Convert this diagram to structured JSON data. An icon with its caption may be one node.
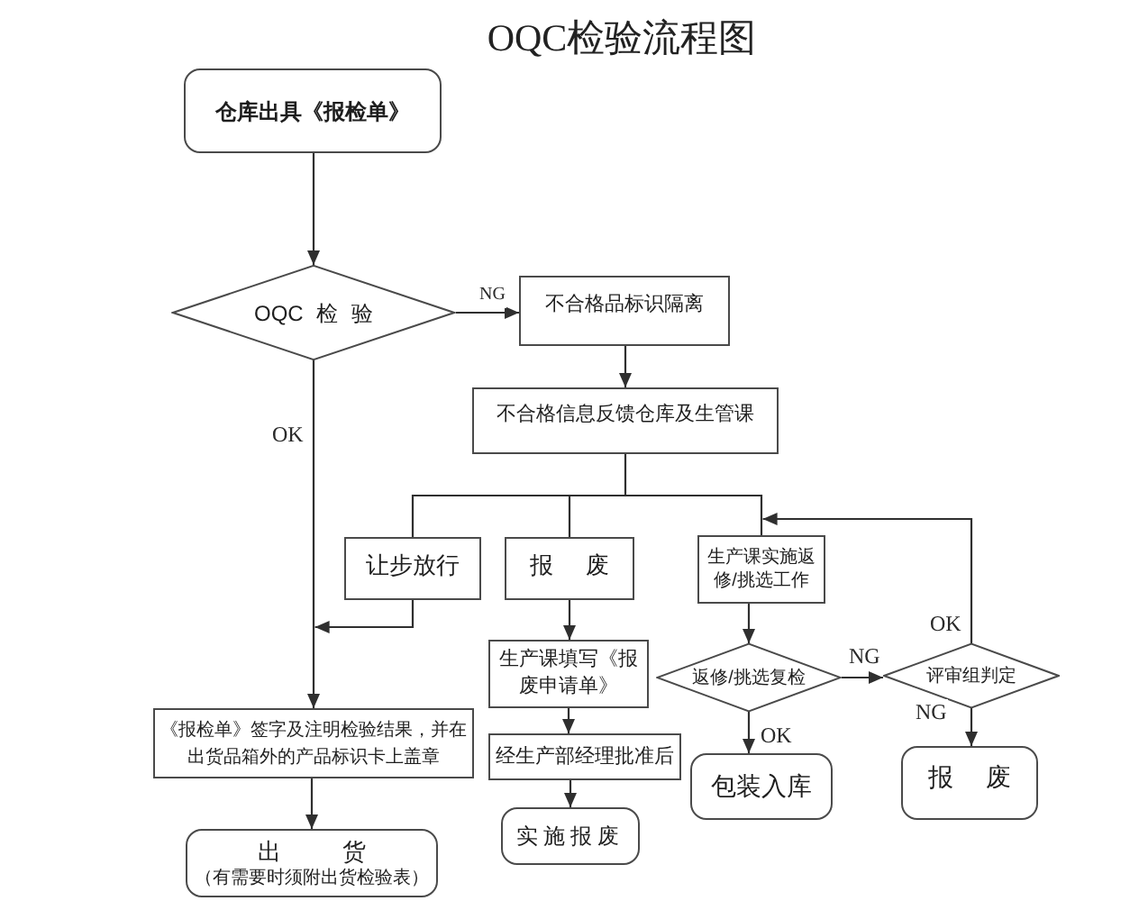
{
  "diagram": {
    "title": "OQC检验流程图",
    "nodes": [
      {
        "text": [
          "仓库出具《报检单》"
        ]
      },
      {
        "text": [
          "OQC 检 验"
        ]
      },
      {
        "text": [
          "不合格品标识隔离"
        ]
      },
      {
        "text": [
          "不合格信息反馈仓库及生管课"
        ]
      },
      {
        "text": [
          "让步放行"
        ]
      },
      {
        "text": [
          "报 废"
        ]
      },
      {
        "text": [
          "生产课实施返修/挑选工作"
        ]
      },
      {
        "text": [
          "生产课填写《报废申请单》"
        ]
      },
      {
        "text": [
          "返修/挑选复检"
        ]
      },
      {
        "text": [
          "评审组判定"
        ]
      },
      {
        "text": [
          "《报检单》签字及注明检验结果，并在出货品箱外的产品标识卡上盖章"
        ]
      },
      {
        "text": [
          "经生产部经理批准后"
        ]
      },
      {
        "text": [
          "包装入库"
        ]
      },
      {
        "text": [
          "报 废"
        ]
      },
      {
        "text": [
          "出 货",
          "（有需要时须附出货检验表）"
        ]
      },
      {
        "text": [
          "实施报废"
        ]
      }
    ],
    "edges": [
      {
        "from": 0,
        "to": 1,
        "arrow": "to"
      },
      {
        "from": 1,
        "to": 2,
        "arrow": "to",
        "label": "NG"
      },
      {
        "from": 1,
        "to": 10,
        "arrow": "to",
        "label": "OK"
      },
      {
        "from": 2,
        "to": 3,
        "arrow": "to"
      },
      {
        "from": 3,
        "to": 4,
        "arrow": "none"
      },
      {
        "from": 3,
        "to": 5,
        "arrow": "none"
      },
      {
        "from": 3,
        "to": 6,
        "arrow": "none"
      },
      {
        "from": 4,
        "to": 10,
        "arrow": "to"
      },
      {
        "from": 5,
        "to": 7,
        "arrow": "to"
      },
      {
        "from": 7,
        "to": 11,
        "arrow": "to"
      },
      {
        "from": 11,
        "to": 15,
        "arrow": "to"
      },
      {
        "from": 10,
        "to": 14,
        "arrow": "to"
      },
      {
        "from": 6,
        "to": 8,
        "arrow": "to"
      },
      {
        "from": 8,
        "to": 12,
        "arrow": "to",
        "label": "OK"
      },
      {
        "from": 8,
        "to": 9,
        "arrow": "to",
        "label": "NG"
      },
      {
        "from": 9,
        "to": 13,
        "arrow": "to",
        "label": "NG"
      },
      {
        "from": 9,
        "to": 6,
        "arrow": "to",
        "label": "OK"
      }
    ]
  }
}
